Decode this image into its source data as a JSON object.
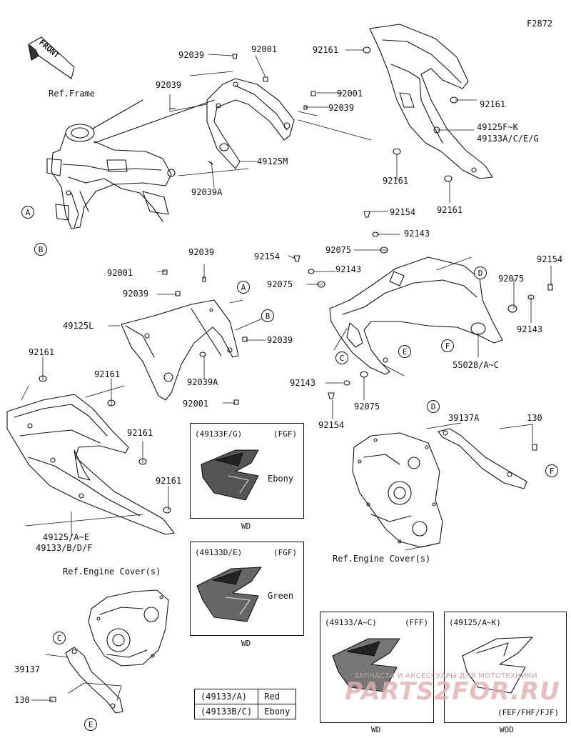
{
  "figure_code": "F2872",
  "front_label": "FRONT",
  "ref_frame": "Ref.Frame",
  "ref_engine_cover_1": "Ref.Engine Cover(s)",
  "ref_engine_cover_2": "Ref.Engine Cover(s)",
  "parts": {
    "p92039_a": "92039",
    "p92001_a": "92001",
    "p92039_b": "92039",
    "p92001_b": "92001",
    "p92039_c": "92039",
    "p49125M": "49125M",
    "p92039A_a": "92039A",
    "p92161_a": "92161",
    "p92161_b": "92161",
    "p49125FK": "49125F~K",
    "p49133ACEG": "49133A/C/E/G",
    "p92161_c": "92161",
    "p92161_d": "92161",
    "p92154_a": "92154",
    "p92143_a": "92143",
    "p92075_a": "92075",
    "p92154_b": "92154",
    "p92143_b": "92143",
    "p92075_b": "92075",
    "p92154_c": "92154",
    "p92075_c": "92075",
    "p92143_c": "92143",
    "p55028": "55028/A~C",
    "p92143_d": "92143",
    "p92075_d": "92075",
    "p92154_d": "92154",
    "p39137A": "39137A",
    "p130_a": "130",
    "p92039_d": "92039",
    "p92001_c": "92001",
    "p92039_e": "92039",
    "p49125L": "49125L",
    "p92039_f": "92039",
    "p92039A_b": "92039A",
    "p92001_d": "92001",
    "p92161_e": "92161",
    "p92161_f": "92161",
    "p92161_g": "92161",
    "p92161_h": "92161",
    "p49125AE": "49125/A~E",
    "p49133BDF": "49133/B/D/F",
    "p39137": "39137",
    "p130_b": "130"
  },
  "callouts": {
    "A1": "A",
    "B1": "B",
    "A2": "A",
    "B2": "B",
    "C1": "C",
    "D1": "D",
    "E1": "E",
    "F1": "F",
    "D2": "D",
    "F2": "F",
    "C2": "C",
    "E2": "E"
  },
  "insets": {
    "fgf_ebony": {
      "code": "(49133F/G)",
      "color_code": "(FGF)",
      "color": "Ebony",
      "caption": "WD"
    },
    "fgf_green": {
      "code": "(49133D/E)",
      "color_code": "(FGF)",
      "color": "Green",
      "caption": "WD"
    },
    "fff": {
      "code": "(49133/A~C)",
      "color_code": "(FFF)",
      "caption": "WD"
    },
    "fef": {
      "code": "(49125/A~K)",
      "color_code": "(FEF/FHF/FJF)",
      "caption": "WOD"
    }
  },
  "color_table": [
    {
      "part": "(49133/A)",
      "color": "Red"
    },
    {
      "part": "(49133B/C)",
      "color": "Ebony"
    }
  ],
  "watermark": {
    "line1": "ЗАПЧАСТИ И АКСЕССУАРЫ ДЛЯ МОТОТЕХНИКИ",
    "line2": "PARTS2FOR.RU"
  }
}
